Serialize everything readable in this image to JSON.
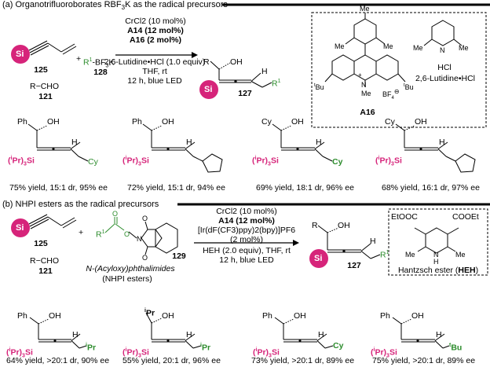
{
  "panel_a": {
    "header": "(a) Organotrifluoroborates RBF",
    "header_sub": "3",
    "header_tail": "K as the radical precursors",
    "scheme": {
      "si_label": "Si",
      "cmpd_125": "125",
      "plus": "+",
      "rcho": "R−CHO",
      "cmpd_121": "121",
      "r1bf3k": "R",
      "r1bf3k_sup": "1",
      "r1bf3k_tail": "-BF",
      "r1bf3k_sub": "3",
      "r1bf3k_end": "K",
      "cmpd_128": "128",
      "cond": [
        "CrCl2 (10 mol%)",
        "A14 (12 mol%)",
        "A16 (2 mol%)"
      ],
      "cond2": [
        "2,6-Lutidine•HCl (1.0 equiv)",
        "THF, rt",
        "12 h, blue LED"
      ],
      "product_R": "R",
      "product_OH": "OH",
      "product_H": "H",
      "product_R1": "R",
      "product_R1_sup": "1",
      "cmpd_127": "127"
    },
    "inset": {
      "me_labels": [
        "Me",
        "Me",
        "Me"
      ],
      "tBu_left": "Bu",
      "tBu_right": "Bu",
      "t_sup": "t",
      "n_label": "N",
      "n_me": "Me",
      "plus_charge": "+",
      "bf4": "BF",
      "bf4_sub": "4",
      "minus": "⊖",
      "a16": "A16",
      "lut_me_left": "Me",
      "lut_me_right": "Me",
      "lut_n": "N",
      "hcl": "HCl",
      "lut_label": "2,6-Lutidine•HCl"
    },
    "products": [
      {
        "top": "Ph",
        "oh": "OH",
        "sub": "Cy",
        "yield": "75% yield, 15:1 dr, 95% ee"
      },
      {
        "top": "Ph",
        "oh": "OH",
        "sub": "cyclopentyl",
        "yield": "72% yield, 15:1 dr, 94% ee"
      },
      {
        "top": "Cy",
        "oh": "OH",
        "sub": "Cy",
        "yield": "69% yield, 18:1 dr, 96% ee"
      },
      {
        "top": "Cy",
        "oh": "OH",
        "sub": "cyclopentyl",
        "yield": "68% yield, 16:1 dr, 97% ee"
      }
    ],
    "sil_i": "i",
    "sil_pr": "Pr)",
    "sil_3": "3",
    "sil_si": "Si",
    "sil_open": "(",
    "h": "H"
  },
  "panel_b": {
    "header": "(b) NHPI esters as the radical precursors",
    "scheme": {
      "si_label": "Si",
      "cmpd_125": "125",
      "plus": "+",
      "rcho": "R−CHO",
      "cmpd_121": "121",
      "r1": "R",
      "r1_sup": "1",
      "o_labels": [
        "O",
        "O",
        "O",
        "O"
      ],
      "n_label": "N",
      "cmpd_129": "129",
      "nhpi_line1": "N-(Acyloxy)phthalimides",
      "nhpi_line2": "(NHPI esters)",
      "cond": [
        "CrCl2 (10 mol%)",
        "A14 (12 mol%)",
        "[Ir(dF(CF3)ppy)2(bpy)]PF6",
        "(2 mol%)"
      ],
      "cond2": [
        "HEH (2.0 equiv), THF, rt",
        "12 h, blue LED"
      ],
      "product_R": "R",
      "product_OH": "OH",
      "product_H": "H",
      "product_R1": "R",
      "product_R1_sup": "1",
      "cmpd_127": "127"
    },
    "inset": {
      "left_ester": "EtOOC",
      "right_ester": "COOEt",
      "me_left": "Me",
      "me_right": "Me",
      "nh": "N",
      "h": "H",
      "name": "Hantzsch ester (",
      "abbr": "HEH",
      "close": ")"
    },
    "products": [
      {
        "top": "Ph",
        "oh": "OH",
        "sub": "Pr",
        "sub_sup": "i",
        "yield": "64% yield, >20:1 dr, 90% ee"
      },
      {
        "top": "Pr",
        "top_sup": "i",
        "oh": "OH",
        "sub": "Pr",
        "sub_sup": "i",
        "yield": "55% yield, 20:1 dr, 96% ee"
      },
      {
        "top": "Ph",
        "oh": "OH",
        "sub": "Cy",
        "yield": "73% yield, >20:1 dr, 89% ee"
      },
      {
        "top": "Ph",
        "oh": "OH",
        "sub": "Bu",
        "sub_sup": "t",
        "yield": "75% yield, >20:1 dr, 89% ee"
      }
    ]
  },
  "colors": {
    "magenta": "#d6247a",
    "green": "#2c8c2c"
  }
}
